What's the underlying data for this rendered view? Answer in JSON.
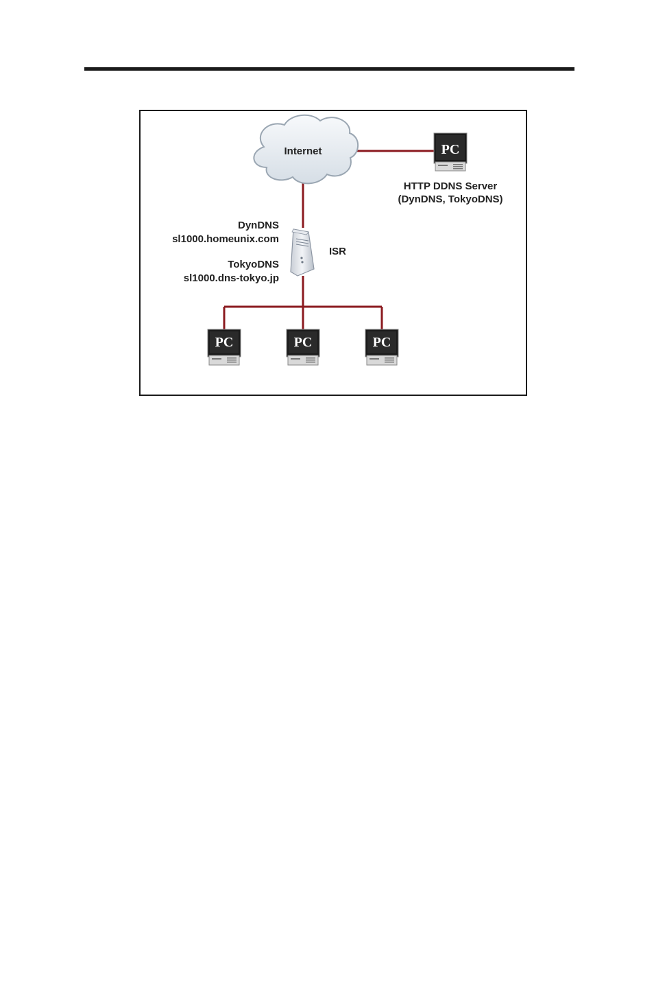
{
  "diagram": {
    "cloud_label": "Internet",
    "server_pc_label": "PC",
    "server_caption_line1": "HTTP DDNS Server",
    "server_caption_line2": "(DynDNS, TokyoDNS)",
    "router_label": "ISR",
    "dyndns_title": "DynDNS",
    "dyndns_host": "sl1000.homeunix.com",
    "tokyodns_title": "TokyoDNS",
    "tokyodns_host": "sl1000.dns-tokyo.jp",
    "client_pcs": [
      {
        "label": "PC"
      },
      {
        "label": "PC"
      },
      {
        "label": "PC"
      }
    ]
  },
  "colors": {
    "link": "#8b1a1f",
    "frame": "#1a1a1a",
    "cloud_fill": "#e8eef4",
    "cloud_stroke": "#9aa6b2"
  }
}
